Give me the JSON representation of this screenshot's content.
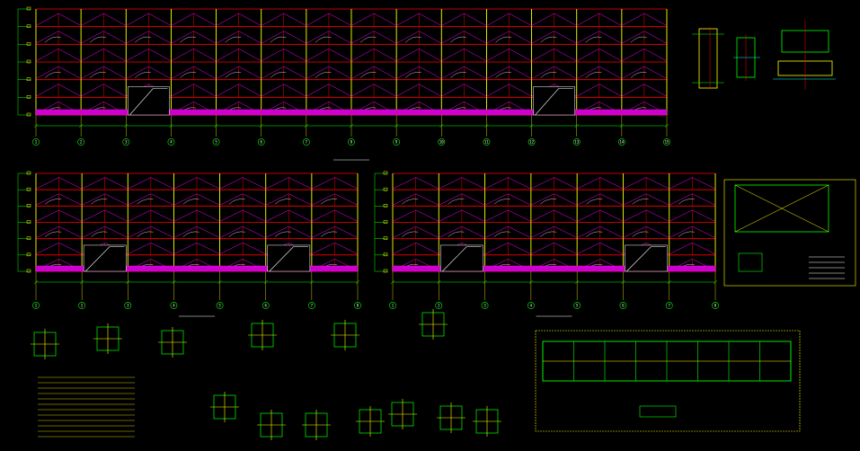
{
  "canvas": {
    "background": "#000000"
  },
  "colors": {
    "grid": "#ff0000",
    "truss": "#ff00ff",
    "column": "#ffff00",
    "detail": "#00ff00",
    "note": "#ffff00",
    "dimension": "#00ffff",
    "text": "#ffffff",
    "slab_fill": "#cc00cc"
  },
  "elevations": [
    {
      "id": "elev-top",
      "title": "",
      "scale": "",
      "bays": 14,
      "axis_labels": [
        "1",
        "2",
        "3",
        "4",
        "5",
        "6",
        "7",
        "8",
        "9",
        "10",
        "11",
        "12",
        "13",
        "14",
        "15"
      ]
    },
    {
      "id": "elev-left",
      "title": "",
      "scale": "",
      "bays": 7,
      "axis_labels": [
        "1",
        "2",
        "3",
        "4",
        "5",
        "6",
        "7",
        "8"
      ]
    },
    {
      "id": "elev-right",
      "title": "",
      "scale": "",
      "bays": 7,
      "axis_labels": [
        "1",
        "2",
        "3",
        "4",
        "5",
        "6",
        "7",
        "8"
      ]
    }
  ],
  "details": {
    "section_a": "",
    "section_b": "",
    "section_c": "",
    "beam_panel": "",
    "panel_note": "",
    "connections": [
      "",
      "",
      "",
      "",
      "",
      "",
      "",
      "",
      "",
      ""
    ]
  },
  "notes": {
    "heading": "",
    "lines": [
      "",
      "",
      "",
      "",
      "",
      "",
      "",
      "",
      "",
      "",
      "",
      ""
    ]
  }
}
